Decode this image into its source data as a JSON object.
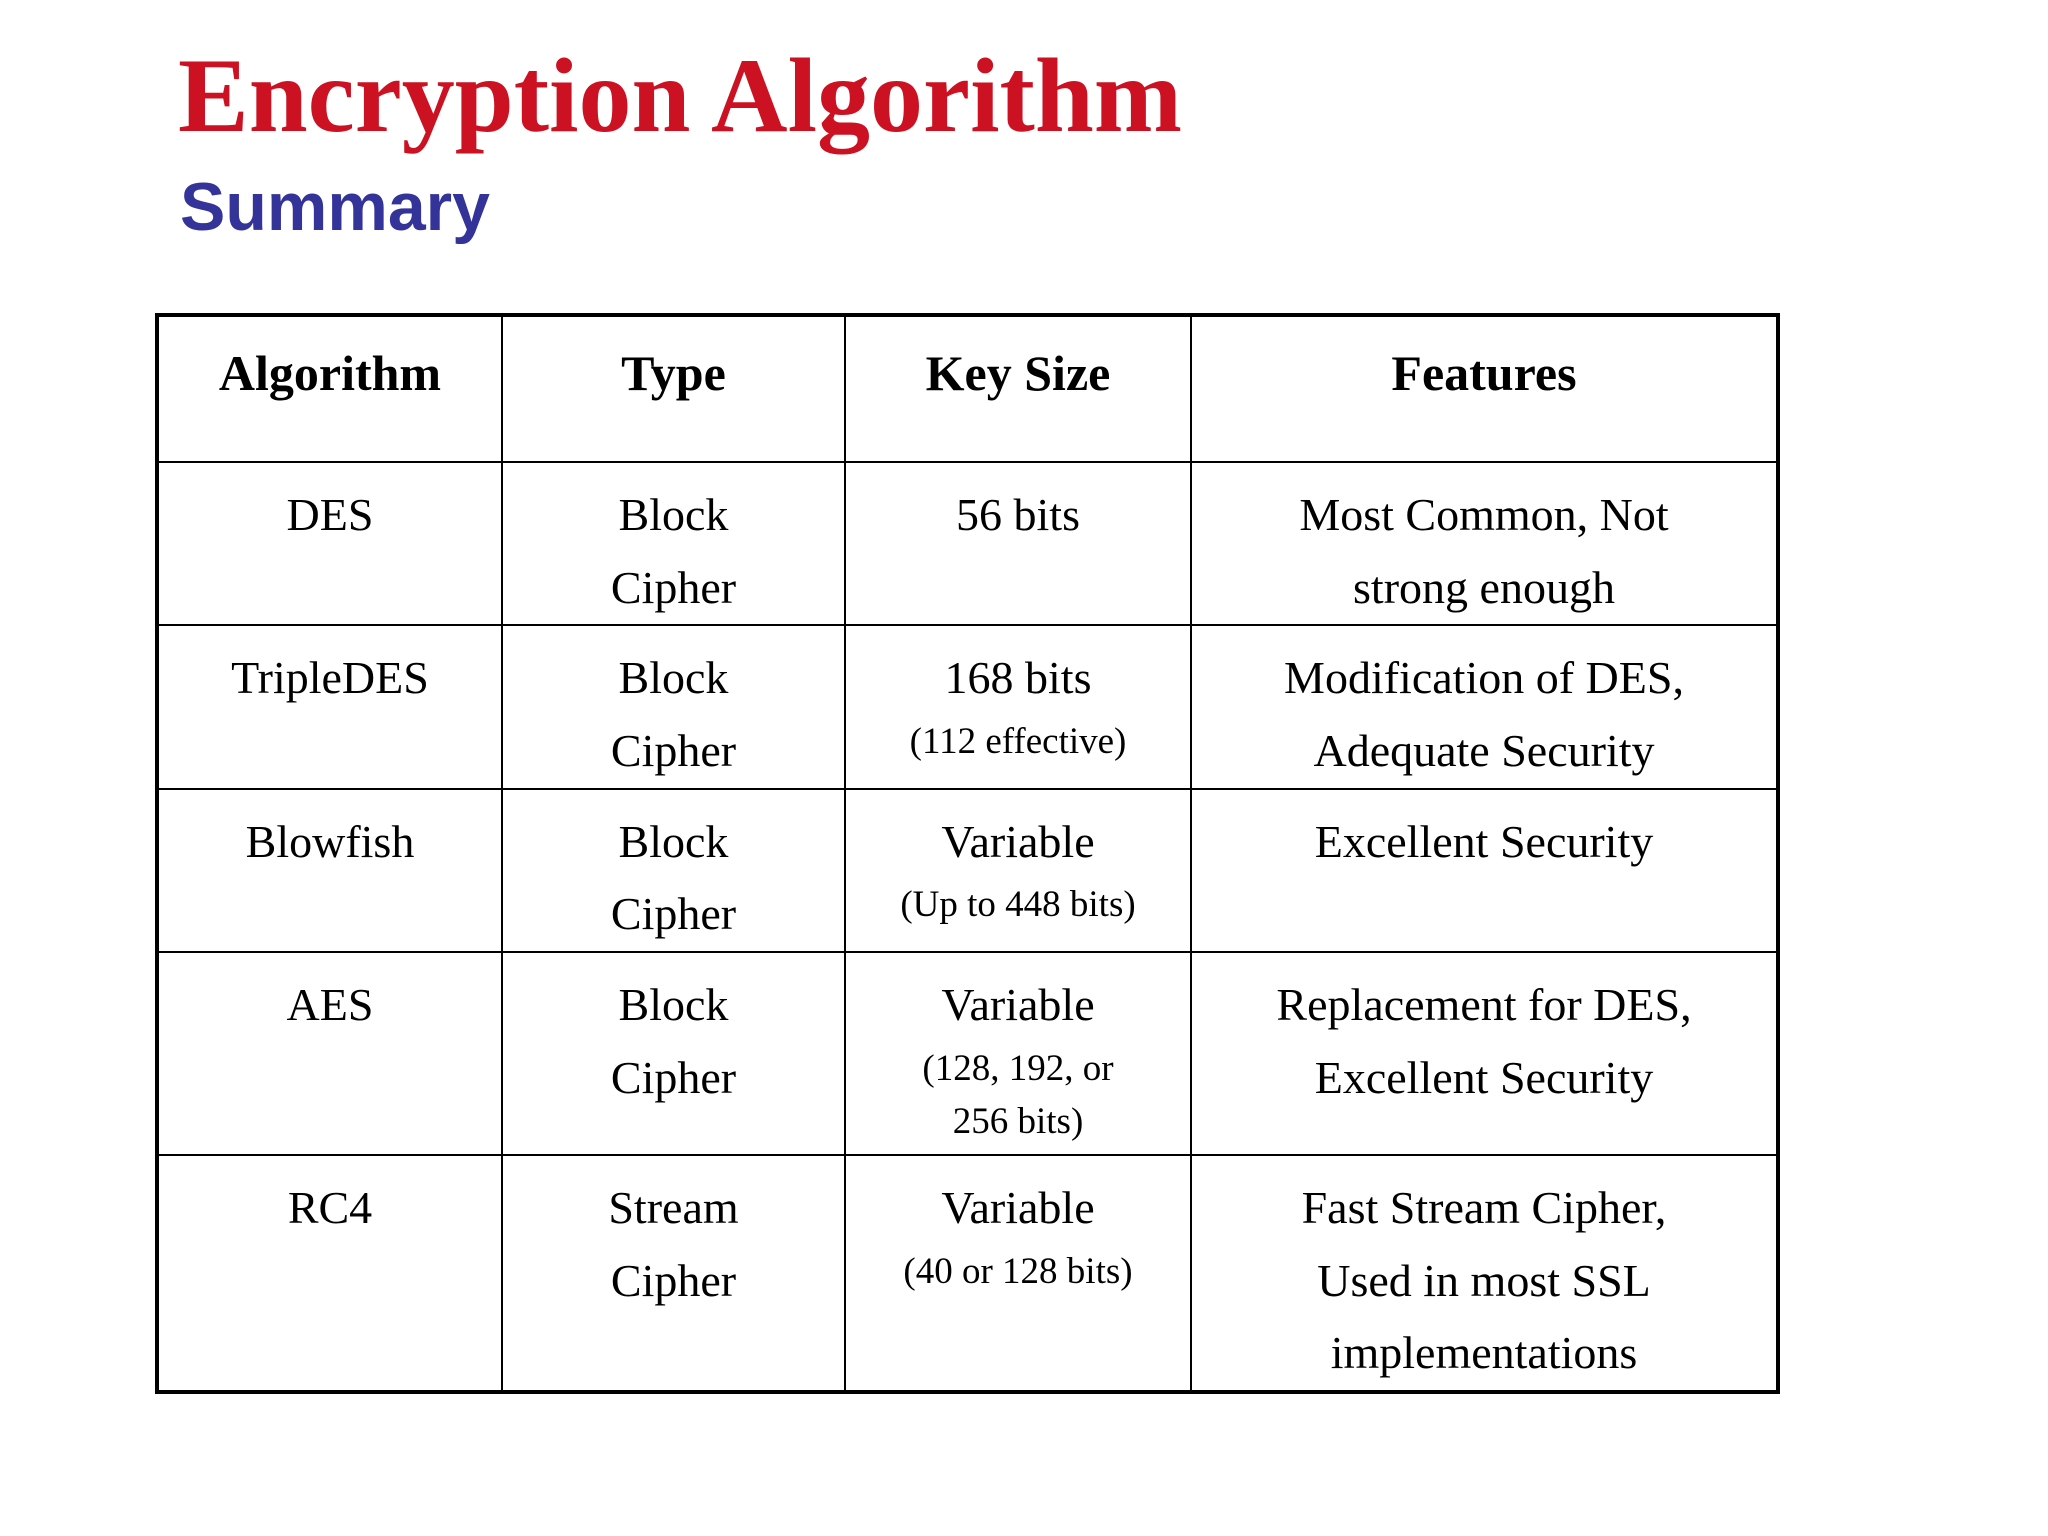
{
  "slide": {
    "title": "Encryption Algorithm",
    "subtitle": "Summary"
  },
  "colors": {
    "title": "#cc1122",
    "subtitle": "#333399",
    "border": "#000000",
    "background": "#ffffff"
  },
  "table": {
    "headers": [
      "Algorithm",
      "Type",
      "Key Size",
      "Features"
    ],
    "rows": [
      {
        "algorithm": "DES",
        "type": [
          "Block",
          "Cipher"
        ],
        "key_size": {
          "main": "56 bits",
          "note": ""
        },
        "features": [
          "Most Common, Not",
          "strong enough"
        ]
      },
      {
        "algorithm": "TripleDES",
        "type": [
          "Block",
          "Cipher"
        ],
        "key_size": {
          "main": "168 bits",
          "note": "(112 effective)"
        },
        "features": [
          "Modification of DES,",
          "Adequate Security"
        ]
      },
      {
        "algorithm": "Blowfish",
        "type": [
          "Block",
          "Cipher"
        ],
        "key_size": {
          "main": "Variable",
          "note": "(Up to 448 bits)"
        },
        "features": [
          "Excellent Security"
        ]
      },
      {
        "algorithm": "AES",
        "type": [
          "Block",
          "Cipher"
        ],
        "key_size": {
          "main": "Variable",
          "note": [
            "(128, 192, or",
            "256 bits)"
          ]
        },
        "features": [
          "Replacement for DES,",
          "Excellent Security"
        ]
      },
      {
        "algorithm": "RC4",
        "type": [
          "Stream",
          "Cipher"
        ],
        "key_size": {
          "main": "Variable",
          "note": "(40 or 128 bits)"
        },
        "features": [
          "Fast Stream Cipher,",
          "Used in most SSL",
          "implementations"
        ]
      }
    ]
  },
  "chart_data": {
    "type": "table",
    "title": "Encryption Algorithm Summary",
    "columns": [
      "Algorithm",
      "Type",
      "Key Size",
      "Features"
    ],
    "rows": [
      [
        "DES",
        "Block Cipher",
        "56 bits",
        "Most Common, Not strong enough"
      ],
      [
        "TripleDES",
        "Block Cipher",
        "168 bits (112 effective)",
        "Modification of DES, Adequate Security"
      ],
      [
        "Blowfish",
        "Block Cipher",
        "Variable (Up to 448 bits)",
        "Excellent Security"
      ],
      [
        "AES",
        "Block Cipher",
        "Variable (128, 192, or 256 bits)",
        "Replacement for DES, Excellent Security"
      ],
      [
        "RC4",
        "Stream Cipher",
        "Variable (40 or 128 bits)",
        "Fast Stream Cipher, Used in most SSL implementations"
      ]
    ]
  }
}
